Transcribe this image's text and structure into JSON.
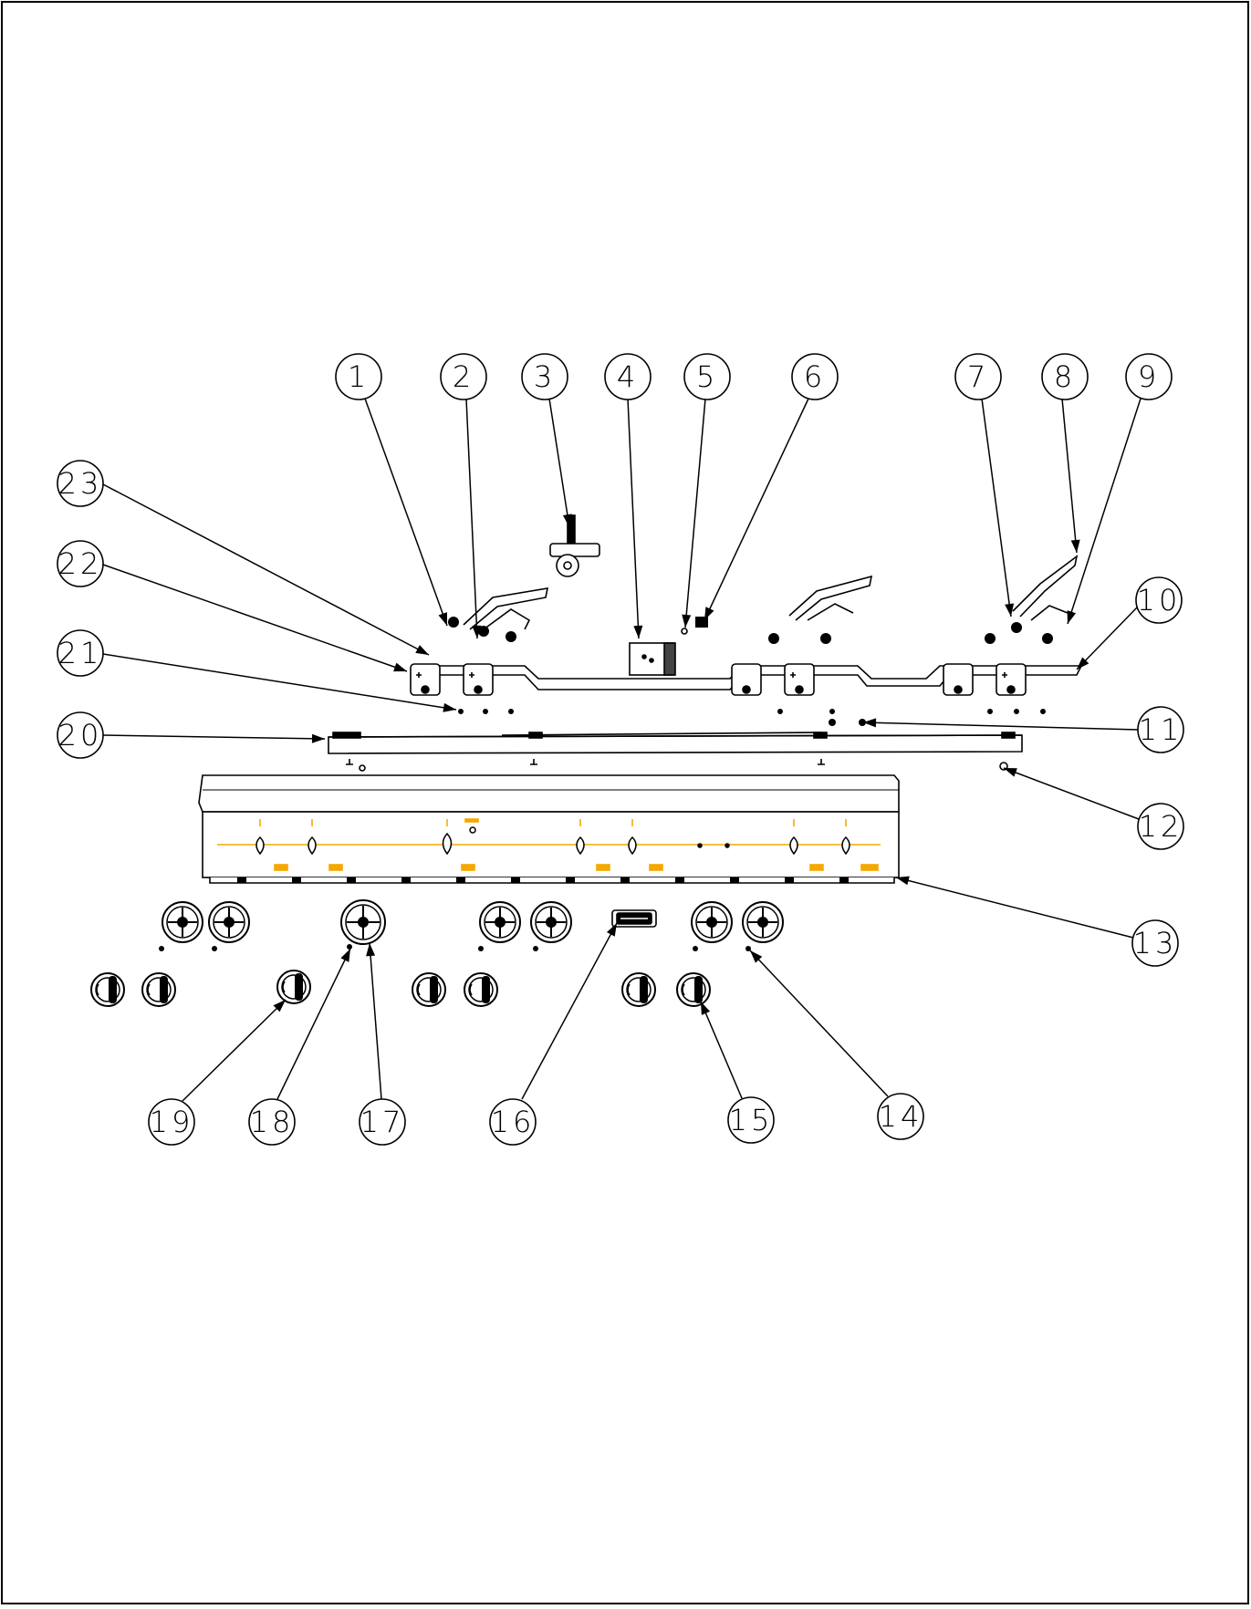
{
  "callouts": [
    "1",
    "2",
    "3",
    "4",
    "5",
    "6",
    "7",
    "8",
    "9",
    "10",
    "11",
    "12",
    "13",
    "14",
    "15",
    "16",
    "17",
    "18",
    "19",
    "20",
    "21",
    "22",
    "23"
  ],
  "colors": {
    "line": "#000000",
    "accent": "#f5a800",
    "paper": "#ffffff",
    "shade": "#d9d9d9"
  }
}
